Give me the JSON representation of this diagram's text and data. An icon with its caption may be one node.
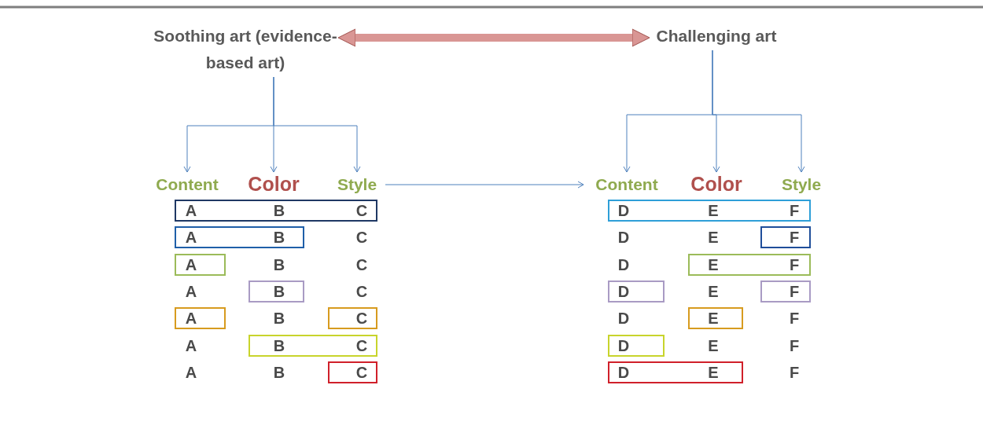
{
  "diagram": {
    "nodes": [
      {
        "text": [
          "Soothing art (evidence-based art)"
        ]
      },
      {
        "text": [
          "Challenging art"
        ]
      },
      {
        "text": [
          "Content"
        ]
      },
      {
        "text": [
          "Color"
        ]
      },
      {
        "text": [
          "Style"
        ]
      },
      {
        "text": [
          "Content"
        ]
      },
      {
        "text": [
          "Color"
        ]
      },
      {
        "text": [
          "Style"
        ]
      },
      {
        "text": [
          "A",
          "B",
          "C"
        ]
      },
      {
        "text": [
          "D",
          "E",
          "F"
        ]
      },
      {
        "text": [
          "A",
          "B"
        ]
      },
      {
        "text": [
          "F"
        ]
      },
      {
        "text": [
          "A"
        ]
      },
      {
        "text": [
          "E",
          "F"
        ]
      },
      {
        "text": [
          "B"
        ]
      },
      {
        "text": [
          "D"
        ]
      },
      {
        "text": [
          "F"
        ]
      },
      {
        "text": [
          "A"
        ]
      },
      {
        "text": [
          "C"
        ]
      },
      {
        "text": [
          "E"
        ]
      },
      {
        "text": [
          "B",
          "C"
        ]
      },
      {
        "text": [
          "D"
        ]
      },
      {
        "text": [
          "C"
        ]
      },
      {
        "text": [
          "D",
          "E"
        ]
      }
    ],
    "edges": [
      {
        "from": 0,
        "to": 1,
        "arrow": "both",
        "style": "thick",
        "color": "#d99694"
      },
      {
        "from": 0,
        "to": 2,
        "arrow": "to"
      },
      {
        "from": 0,
        "to": 3,
        "arrow": "to"
      },
      {
        "from": 0,
        "to": 4,
        "arrow": "to"
      },
      {
        "from": 4,
        "to": 5,
        "arrow": "to"
      },
      {
        "from": 1,
        "to": 5,
        "arrow": "to"
      },
      {
        "from": 1,
        "to": 6,
        "arrow": "to"
      },
      {
        "from": 1,
        "to": 7,
        "arrow": "to"
      }
    ],
    "labels": [
      "C",
      "D",
      "E",
      "B",
      "C",
      "D",
      "A",
      "C",
      "E",
      "B",
      "D",
      "F",
      "A",
      "E",
      "F",
      "A",
      "B",
      "F"
    ]
  }
}
